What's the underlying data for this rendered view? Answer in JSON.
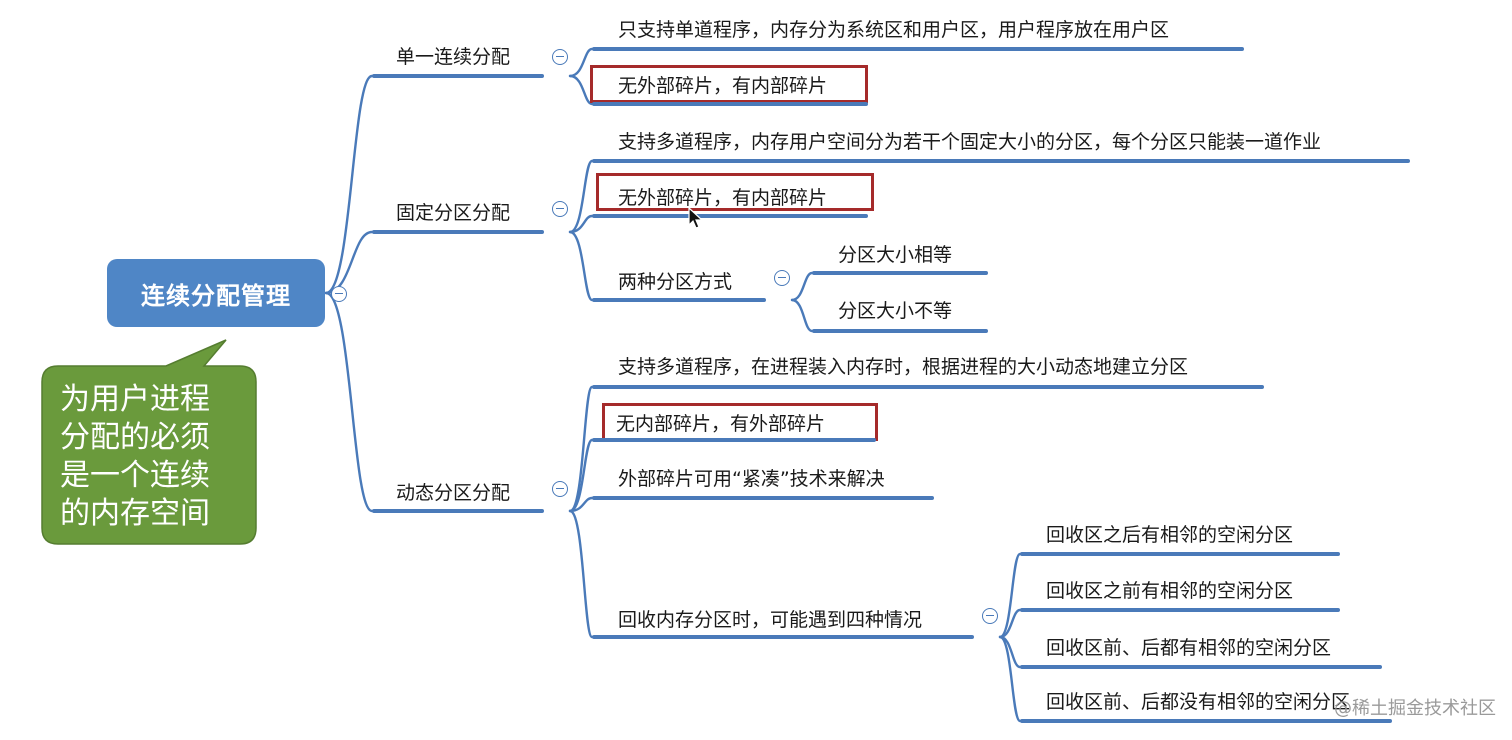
{
  "root": {
    "label": "连续分配管理"
  },
  "callout": {
    "lines": [
      "为用户进程",
      "分配的必须",
      "是一个连续",
      "的内存空间"
    ]
  },
  "branches": [
    {
      "label": "单一连续分配",
      "children": [
        {
          "label": "只支持单道程序，内存分为系统区和用户区，用户程序放在用户区"
        },
        {
          "label": "无外部碎片，有内部碎片",
          "highlighted": true
        }
      ]
    },
    {
      "label": "固定分区分配",
      "children": [
        {
          "label": "支持多道程序，内存用户空间分为若干个固定大小的分区，每个分区只能装一道作业"
        },
        {
          "label": "无外部碎片，有内部碎片",
          "highlighted": true
        },
        {
          "label": "两种分区方式",
          "children": [
            {
              "label": "分区大小相等"
            },
            {
              "label": "分区大小不等"
            }
          ]
        }
      ]
    },
    {
      "label": "动态分区分配",
      "children": [
        {
          "label": "支持多道程序，在进程装入内存时，根据进程的大小动态地建立分区"
        },
        {
          "label": "无内部碎片，有外部碎片",
          "highlighted": true
        },
        {
          "label": "外部碎片可用“紧凑”技术来解决"
        },
        {
          "label": "回收内存分区时，可能遇到四种情况",
          "children": [
            {
              "label": "回收区之后有相邻的空闲分区"
            },
            {
              "label": "回收区之前有相邻的空闲分区"
            },
            {
              "label": "回收区前、后都有相邻的空闲分区"
            },
            {
              "label": "回收区前、后都没有相邻的空闲分区"
            }
          ]
        }
      ]
    }
  ],
  "watermark": "@稀土掘金技术社区",
  "colors": {
    "root_fill": "#4f86c6",
    "link": "#4a7ab9",
    "highlight_border": "#a52a2a",
    "callout_fill": "#6a9a3c"
  }
}
